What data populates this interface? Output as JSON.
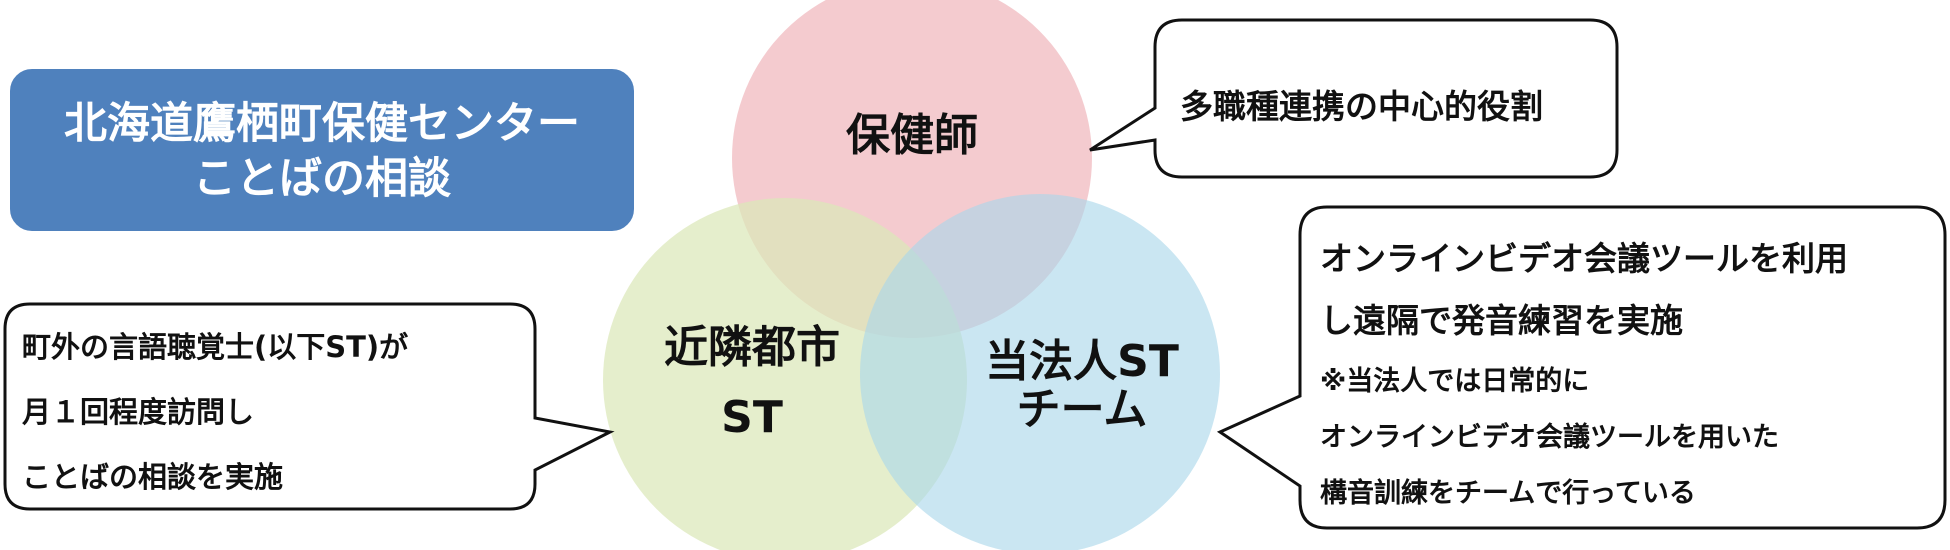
{
  "title": {
    "line1": "北海道鷹栖町保健センター",
    "line2": "ことばの相談"
  },
  "circles": {
    "top": {
      "label": "保健師",
      "color": "#f0b9bf"
    },
    "left": {
      "label_line1": "近隣都市",
      "label_line2": "ST",
      "color": "#dbe8b8"
    },
    "right": {
      "label_line1": "当法人ST",
      "label_line2": "チーム",
      "color": "#a9d6ea"
    }
  },
  "callouts": {
    "top_right": {
      "text": "多職種連携の中心的役割"
    },
    "left": {
      "lines": [
        "町外の言語聴覚士(以下ST)が",
        "月１回程度訪問し",
        "ことばの相談を実施"
      ]
    },
    "right": {
      "lines": [
        "オンラインビデオ会議ツールを利用",
        "し遠隔で発音練習を実施",
        "※当法人では日常的に",
        "オンラインビデオ会議ツールを用いた",
        "構音訓練をチームで行っている"
      ]
    }
  },
  "colors": {
    "title_box": "#4f81bd",
    "title_box_border": "#ffffff",
    "callout_border": "#111111"
  }
}
